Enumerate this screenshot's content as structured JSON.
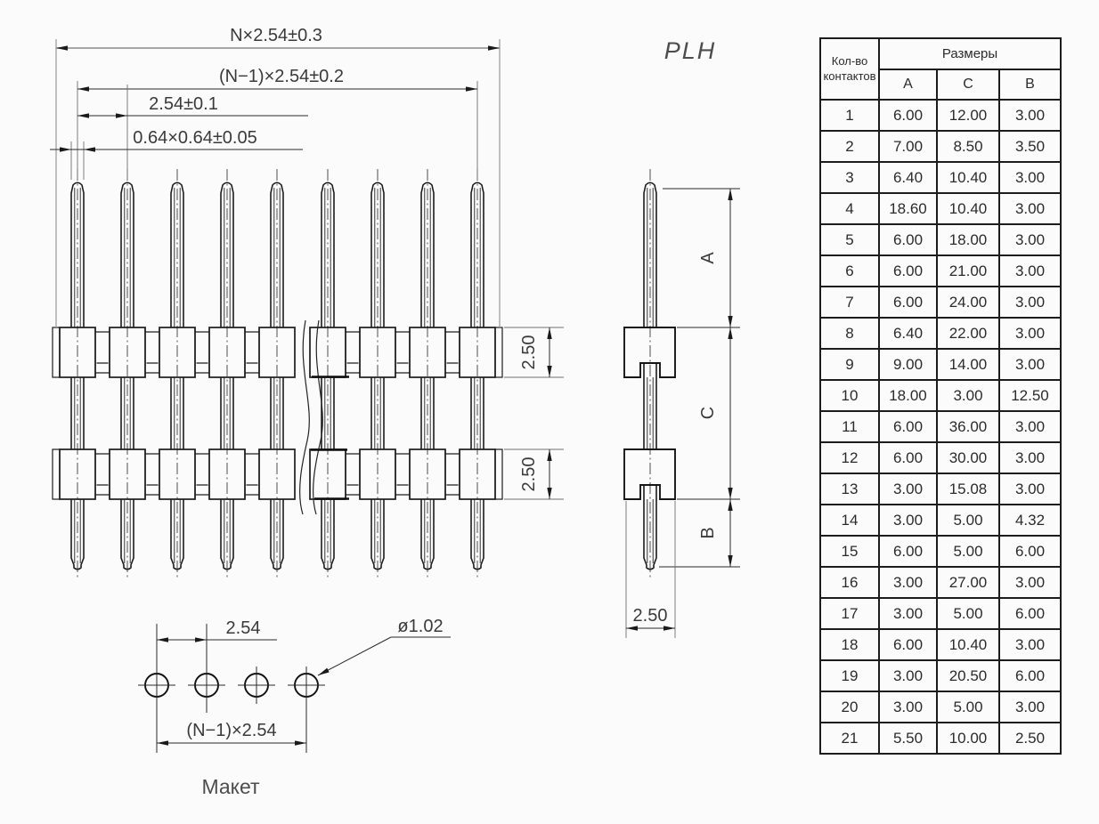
{
  "title": "PLH",
  "front_view": {
    "dims": {
      "total": "N×2.54±0.3",
      "span": "(N−1)×2.54±0.2",
      "pitch": "2.54±0.1",
      "pin_cross": "0.64×0.64±0.05",
      "row1_height": "2.50",
      "row2_height": "2.50"
    }
  },
  "side_view": {
    "dim_a": "A",
    "dim_c": "C",
    "dim_b": "B",
    "dim_width": "2.50"
  },
  "layout_view": {
    "dim_pitch": "2.54",
    "dim_hole_dia": "ø1.02",
    "dim_span": "(N−1)×2.54",
    "caption": "Макет"
  },
  "table": {
    "header": {
      "contacts": "Кол-во контактов",
      "sizes": "Размеры",
      "columns": [
        "A",
        "C",
        "B"
      ]
    },
    "rows": [
      [
        "1",
        "6.00",
        "12.00",
        "3.00"
      ],
      [
        "2",
        "7.00",
        "8.50",
        "3.50"
      ],
      [
        "3",
        "6.40",
        "10.40",
        "3.00"
      ],
      [
        "4",
        "18.60",
        "10.40",
        "3.00"
      ],
      [
        "5",
        "6.00",
        "18.00",
        "3.00"
      ],
      [
        "6",
        "6.00",
        "21.00",
        "3.00"
      ],
      [
        "7",
        "6.00",
        "24.00",
        "3.00"
      ],
      [
        "8",
        "6.40",
        "22.00",
        "3.00"
      ],
      [
        "9",
        "9.00",
        "14.00",
        "3.00"
      ],
      [
        "10",
        "18.00",
        "3.00",
        "12.50"
      ],
      [
        "11",
        "6.00",
        "36.00",
        "3.00"
      ],
      [
        "12",
        "6.00",
        "30.00",
        "3.00"
      ],
      [
        "13",
        "3.00",
        "15.08",
        "3.00"
      ],
      [
        "14",
        "3.00",
        "5.00",
        "4.32"
      ],
      [
        "15",
        "6.00",
        "5.00",
        "6.00"
      ],
      [
        "16",
        "3.00",
        "27.00",
        "3.00"
      ],
      [
        "17",
        "3.00",
        "5.00",
        "6.00"
      ],
      [
        "18",
        "6.00",
        "10.40",
        "3.00"
      ],
      [
        "19",
        "3.00",
        "20.50",
        "6.00"
      ],
      [
        "20",
        "3.00",
        "5.00",
        "3.00"
      ],
      [
        "21",
        "5.50",
        "10.00",
        "2.50"
      ]
    ]
  }
}
